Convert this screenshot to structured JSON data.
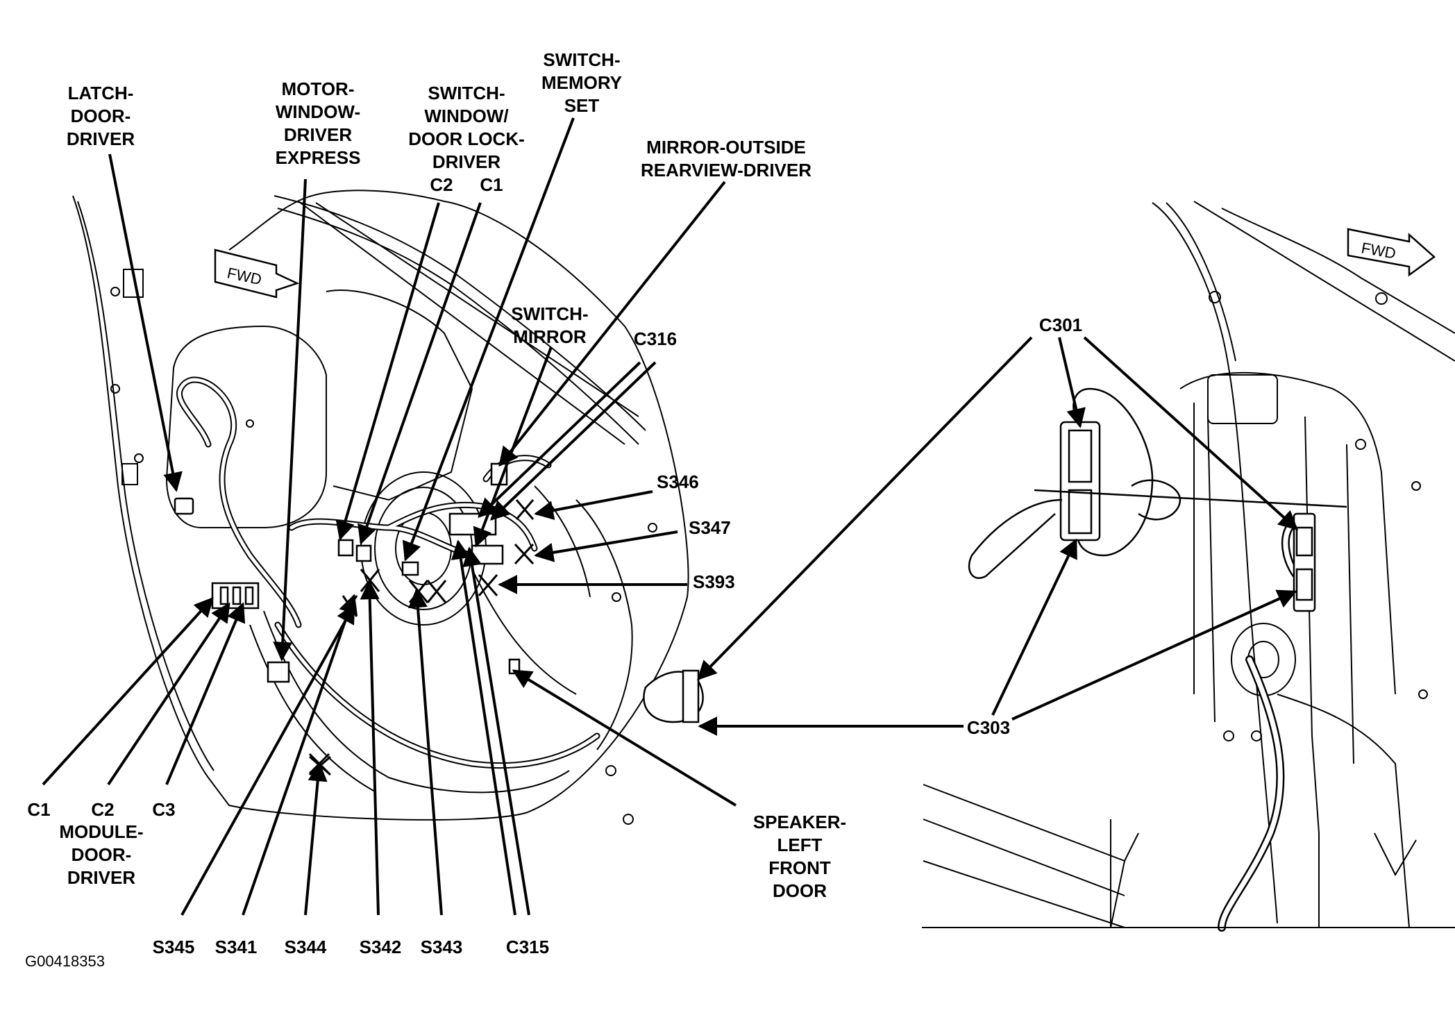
{
  "labels": {
    "latch_door_driver": "LATCH-\nDOOR-\nDRIVER",
    "motor_window": "MOTOR-\nWINDOW-\nDRIVER\nEXPRESS",
    "switch_window": "SWITCH-\nWINDOW/\nDOOR LOCK-\nDRIVER",
    "switch_window_c2": "C2",
    "switch_window_c1": "C1",
    "switch_memory": "SWITCH-\nMEMORY\nSET",
    "mirror_outside": "MIRROR-OUTSIDE\nREARVIEW-DRIVER",
    "switch_mirror": "SWITCH-\nMIRROR",
    "c316": "C316",
    "s346": "S346",
    "s347": "S347",
    "s393": "S393",
    "c301": "C301",
    "c303": "C303",
    "speaker": "SPEAKER-\nLEFT\nFRONT\nDOOR",
    "module_c1": "C1",
    "module_c2": "C2",
    "module_c3": "C3",
    "module_door_driver": "MODULE-\nDOOR-\nDRIVER",
    "s345": "S345",
    "s341": "S341",
    "s344": "S344",
    "s342": "S342",
    "s343": "S343",
    "c315": "C315",
    "figure_code": "G00418353",
    "fwd_left": "FWD",
    "fwd_right": "FWD"
  }
}
